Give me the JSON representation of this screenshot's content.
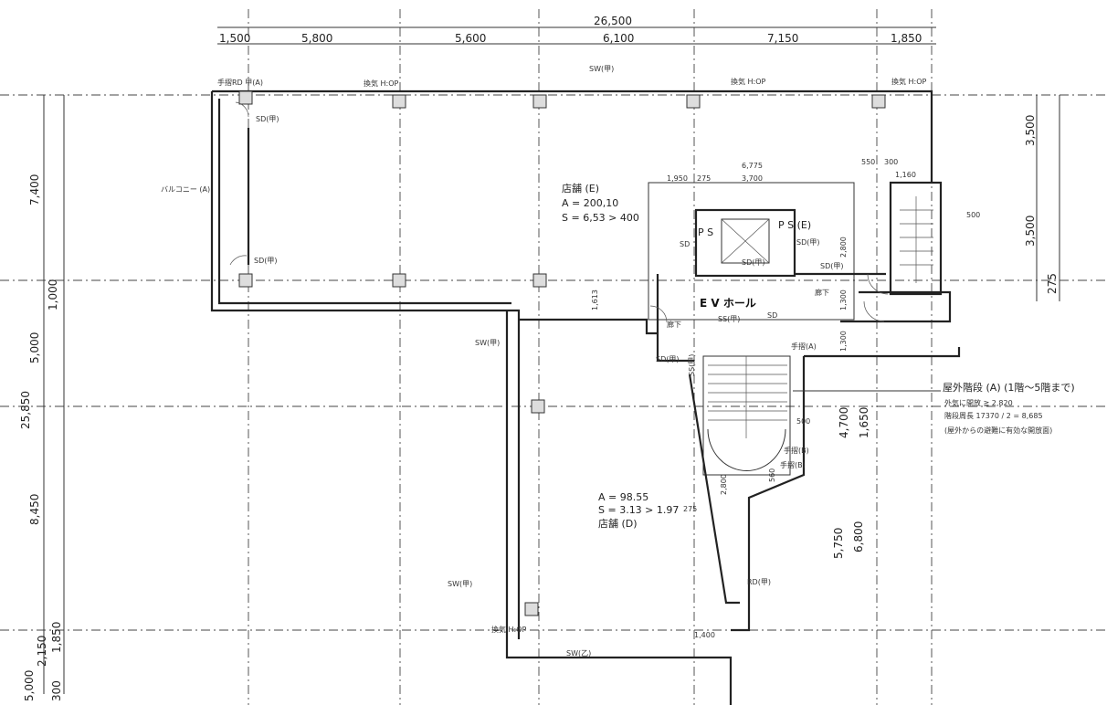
{
  "dimensions": {
    "top_total": "26,500",
    "top_segments": [
      "1,500",
      "5,800",
      "5,600",
      "6,100",
      "7,150",
      "1,850"
    ],
    "left_total": "25,850",
    "left_segments": [
      "7,400",
      "1,000",
      "5,000",
      "8,450",
      "2,150",
      "1,850",
      "5,000",
      "300"
    ],
    "right_segments": [
      "3,500",
      "3,500",
      "275",
      "1,650",
      "4,700",
      "5,750",
      "6,800"
    ],
    "core": {
      "d6775": "6,775",
      "d3700": "3,700",
      "d1950": "1,950",
      "d275a": "275",
      "d550": "550",
      "d300": "300",
      "d1160": "1,160",
      "d2800": "2,800",
      "d1300a": "1,300",
      "d1300b": "1,300",
      "d1613": "1,613",
      "d500a": "500",
      "d500b": "500",
      "d2800b": "2,800",
      "d275b": "275",
      "d1400": "1,400",
      "d560": "560"
    }
  },
  "rooms": {
    "store_e": {
      "name": "店舗 (E)",
      "area": "A = 200,10",
      "s": "S = 6,53 > 400"
    },
    "store_d": {
      "area": "A = 98.55",
      "s": "S = 3.13 > 1.97",
      "name": "店舗 (D)"
    },
    "ev_hall": "E V ホール",
    "balcony": "バルコニー (A)",
    "ps_left": "P S",
    "ps_right": "P S (E)",
    "corridor_a": "廊下",
    "corridor_b": "廊下"
  },
  "tags": {
    "sd_top": "SD(甲)",
    "sd_mid": "SD(甲)",
    "sd_ev_l": "SD",
    "sd_ev": "SD(甲)",
    "sd_core_r": "SD(甲)",
    "sd_right": "SD(甲)",
    "sd_hall": "SD",
    "sd_low": "SD(甲)",
    "ss_hall": "SS(甲)",
    "ss_low": "SS(甲)",
    "sw_top": "SW(甲)",
    "sw_mid": "SW(甲)",
    "sw_low": "SW(甲)",
    "sw_bottom": "SW(乙)",
    "rd": "RD(甲)",
    "handrail_a": "手摺(A)",
    "handrail_b": "手摺(B)",
    "handrail_c": "手摺(B)",
    "hr_top": "手摺RD 甲(A)",
    "vent1": "換気 H:OP",
    "vent2": "換気 H:OP",
    "vent3": "換気 H:OP",
    "vent4": "換気 H:OP"
  },
  "stair_note": {
    "title": "屋外階段 (A) (1階～5階まで)",
    "line1": "外気に開放 ≧ 2,820",
    "line2": "階段周長 17370 / 2 = 8,685",
    "line3": "(屋外からの避難に有効な開放面)"
  }
}
